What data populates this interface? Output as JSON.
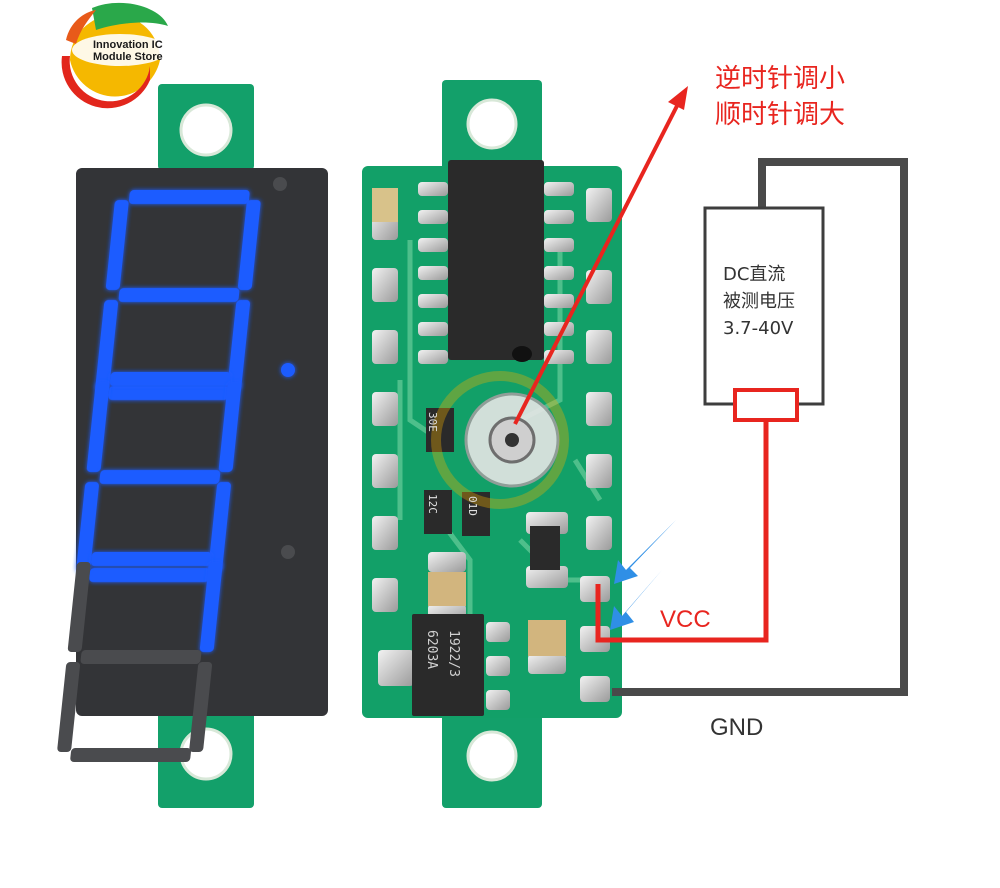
{
  "logo": {
    "line1": "Innovation IC",
    "line2": "Module Store"
  },
  "annotation": {
    "line1": "逆时针调小",
    "line2": "顺时针调大"
  },
  "source_box": {
    "line1": "DC直流",
    "line2": "被测电压",
    "line3": "3.7-40V"
  },
  "pins": {
    "vcc": "VCC",
    "gnd": "GND"
  },
  "pcb_markings": {
    "r1": "30E",
    "r2": "12C",
    "r3": "01D",
    "regulator_line1": "6203A",
    "regulator_line2": "1922/3"
  },
  "colors": {
    "display_segment": "#1e5bff",
    "pcb_green": "#15a66a",
    "wire_red": "#e8251f",
    "wire_black": "#4a4a4a",
    "marker_blue": "#2f8fe6"
  }
}
